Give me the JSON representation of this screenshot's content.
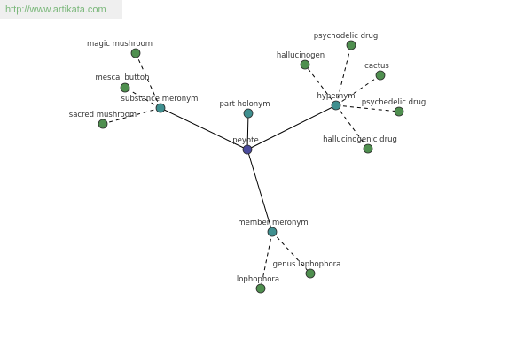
{
  "watermark": {
    "text": "http://www.artikata.com"
  },
  "colors": {
    "root_fill": "#4a4a9c",
    "relation_fill": "#3f8f8f",
    "leaf_fill": "#4f8f4f",
    "node_stroke": "#2a2a2a",
    "edge": "#000000",
    "label": "#333333",
    "watermark": "#7ab77a",
    "watermark_bg": "#efefef"
  },
  "graph": {
    "root": {
      "id": "peyote",
      "label": "peyote"
    },
    "relations": [
      {
        "id": "substance-meronym",
        "label": "substance meronym"
      },
      {
        "id": "part-holonym",
        "label": "part holonym"
      },
      {
        "id": "hypernym",
        "label": "hypernym"
      },
      {
        "id": "member-meronym",
        "label": "member meronym"
      }
    ],
    "leaves": [
      {
        "id": "magic-mushroom",
        "label": "magic mushroom",
        "relation": "substance-meronym"
      },
      {
        "id": "mescal-button",
        "label": "mescal button",
        "relation": "substance-meronym"
      },
      {
        "id": "sacred-mushroom",
        "label": "sacred mushroom",
        "relation": "substance-meronym"
      },
      {
        "id": "psychodelic-drug",
        "label": "psychodelic drug",
        "relation": "hypernym"
      },
      {
        "id": "hallucinogen",
        "label": "hallucinogen",
        "relation": "hypernym"
      },
      {
        "id": "cactus",
        "label": "cactus",
        "relation": "hypernym"
      },
      {
        "id": "psychedelic-drug",
        "label": "psychedelic drug",
        "relation": "hypernym"
      },
      {
        "id": "hallucinogenic-drug",
        "label": "hallucinogenic drug",
        "relation": "hypernym"
      },
      {
        "id": "genus-lophophora",
        "label": "genus lophophora",
        "relation": "member-meronym"
      },
      {
        "id": "lophophora",
        "label": "lophophora",
        "relation": "member-meronym"
      }
    ]
  }
}
